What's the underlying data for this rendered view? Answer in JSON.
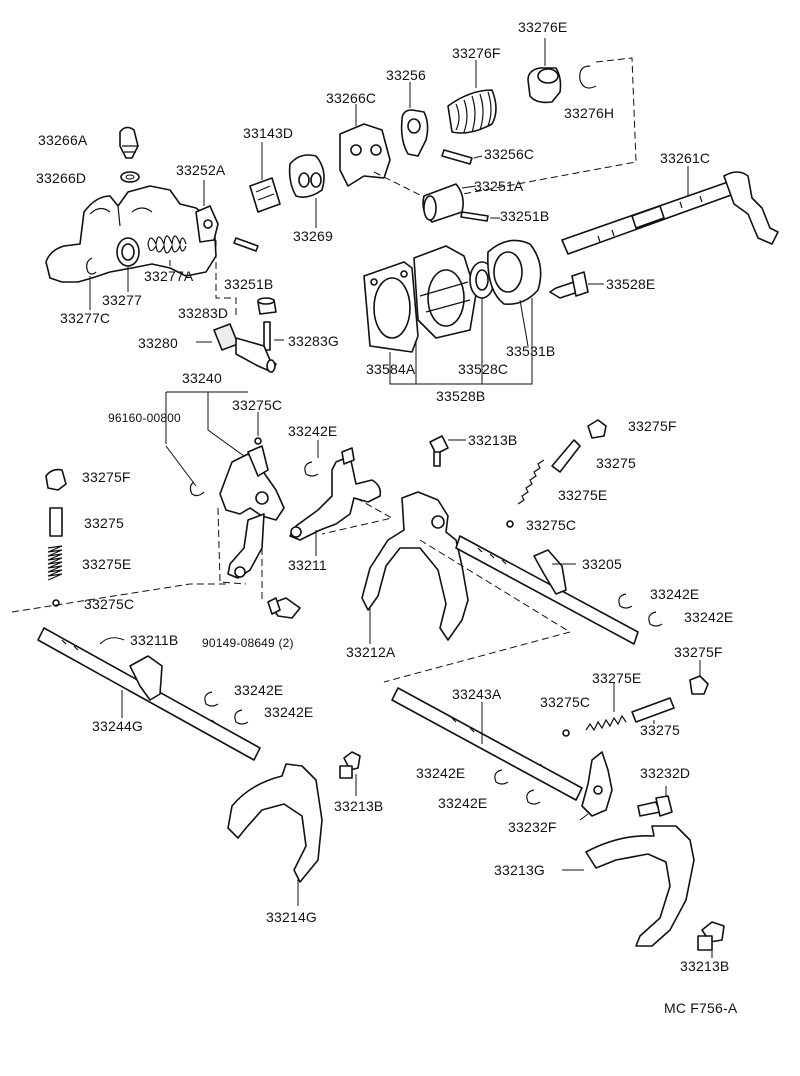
{
  "labels": {
    "p33276E": "33276E",
    "p33276F": "33276F",
    "p33256": "33256",
    "p33266C": "33266C",
    "p33276H": "33276H",
    "p33143D": "33143D",
    "p33266A": "33266A",
    "p33256C": "33256C",
    "p33261C": "33261C",
    "p33266D": "33266D",
    "p33252A": "33252A",
    "p33251A": "33251A",
    "p33251B_a": "33251B",
    "p33269": "33269",
    "p33277A": "33277A",
    "p33251B_b": "33251B",
    "p33528E": "33528E",
    "p33277": "33277",
    "p33277C": "33277C",
    "p33283D": "33283D",
    "p33283G": "33283G",
    "p33280": "33280",
    "p33531B": "33531B",
    "p33584A": "33584A",
    "p33528C": "33528C",
    "p33528B": "33528B",
    "p33240": "33240",
    "p96160": "96160-00800",
    "p33275C_a": "33275C",
    "p33242E_a": "33242E",
    "p33213B_a": "33213B",
    "p33275F_a": "33275F",
    "p33275_a": "33275",
    "p33275F_b": "33275F",
    "p33275E_a": "33275E",
    "p33275_b": "33275",
    "p33275C_b": "33275C",
    "p33275E_b": "33275E",
    "p33211": "33211",
    "p33205": "33205",
    "p33275C_c": "33275C",
    "p33242E_b": "33242E",
    "p33242E_c": "33242E",
    "p90149": "90149-08649 (2)",
    "p33212A": "33212A",
    "p33211B": "33211B",
    "p33275F_c": "33275F",
    "p33275E_c": "33275E",
    "p33242E_d": "33242E",
    "p33243A": "33243A",
    "p33275C_d": "33275C",
    "p33244G": "33244G",
    "p33242E_e": "33242E",
    "p33275_c": "33275",
    "p33232D": "33232D",
    "p33242E_f": "33242E",
    "p33213B_b": "33213B",
    "p33242E_g": "33242E",
    "p33232F": "33232F",
    "p33213G": "33213G",
    "p33214G": "33214G",
    "p33213B_c": "33213B"
  },
  "figure_code": "MC  F756-A"
}
